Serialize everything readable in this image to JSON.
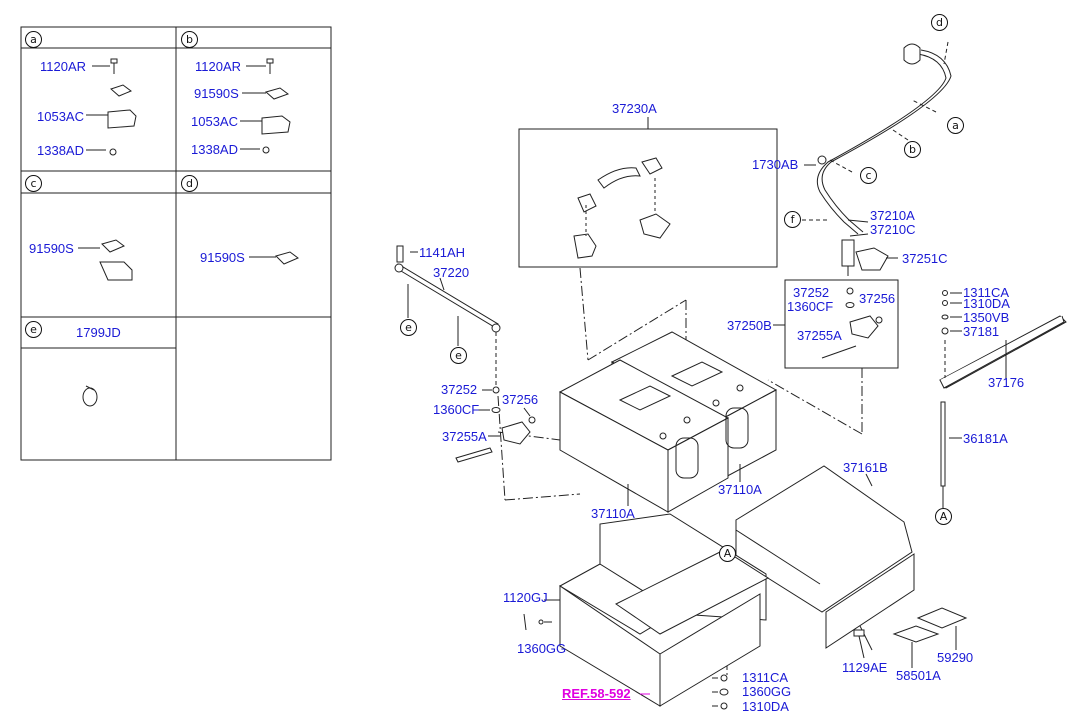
{
  "legend": {
    "cells": [
      {
        "letter": "a",
        "parts": [
          "1120AR",
          "1053AC",
          "1338AD"
        ]
      },
      {
        "letter": "b",
        "parts": [
          "1120AR",
          "91590S",
          "1053AC",
          "1338AD"
        ]
      },
      {
        "letter": "c",
        "parts": [
          "91590S"
        ]
      },
      {
        "letter": "d",
        "parts": [
          "91590S"
        ]
      },
      {
        "letter": "e",
        "parts": [
          "1799JD"
        ]
      }
    ]
  },
  "parts": {
    "p37230A": "37230A",
    "p1730AB": "1730AB",
    "p37210A": "37210A",
    "p37210C": "37210C",
    "p37251C": "37251C",
    "p37252_r": "37252",
    "p1360CF_r": "1360CF",
    "p37256_r": "37256",
    "p37250B": "37250B",
    "p37255A_r": "37255A",
    "p1141AH": "1141AH",
    "p37220": "37220",
    "p37252_l": "37252",
    "p1360CF_l": "1360CF",
    "p37256_l": "37256",
    "p37255A_l": "37255A",
    "p37110A_l": "37110A",
    "p37110A_r": "37110A",
    "p1311CA_t": "1311CA",
    "p1310DA_t": "1310DA",
    "p1350VB": "1350VB",
    "p37181": "37181",
    "p37176": "37176",
    "p36181A": "36181A",
    "p37161B": "37161B",
    "p1120GJ": "1120GJ",
    "p1360GG_l": "1360GG",
    "p1129AE": "1129AE",
    "p58501A": "58501A",
    "p59290": "59290",
    "p1311CA_b": "1311CA",
    "p1360GG_b": "1360GG",
    "p1310DA_b": "1310DA"
  },
  "callouts": {
    "a": "a",
    "b": "b",
    "c": "c",
    "d": "d",
    "f": "f",
    "e1": "e",
    "e2": "e",
    "A1": "A",
    "A2": "A"
  },
  "reference": "REF.58-592",
  "colors": {
    "part_number": "#1a1ad6",
    "reference": "#e000e0",
    "line": "#222222"
  }
}
